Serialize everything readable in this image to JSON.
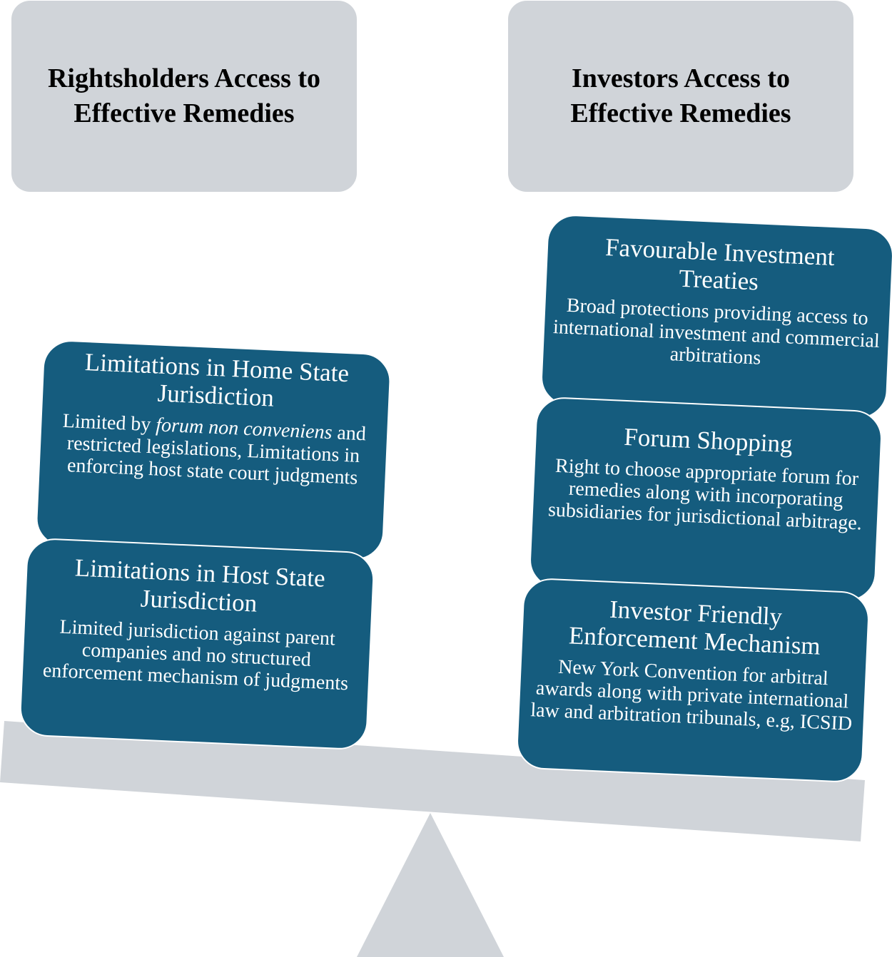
{
  "headers": {
    "left": {
      "line1": "Rightsholders Access to",
      "line2": "Effective Remedies"
    },
    "right": {
      "line1": "Investors Access to",
      "line2": "Effective Remedies"
    }
  },
  "left_cards": {
    "home_state": {
      "title": "Limitations in Home State\nJurisdiction",
      "body_prefix": "Limited by ",
      "body_italic": "forum non conveniens",
      "body_suffix": " and restricted legislations, Limitations in enforcing host state court judgments"
    },
    "host_state": {
      "title": "Limitations in Host State\nJurisdiction",
      "body": "Limited jurisdiction against parent companies and no structured enforcement mechanism of judgments"
    }
  },
  "right_cards": {
    "treaties": {
      "title": "Favourable Investment\nTreaties",
      "body": "Broad protections providing access to international investment and commercial arbitrations"
    },
    "forum_shopping": {
      "title": "Forum Shopping",
      "body": "Right to choose appropriate forum for remedies along with incorporating subsidiaries for jurisdictional arbitrage."
    },
    "enforcement": {
      "title": "Investor Friendly\nEnforcement Mechanism",
      "body": "New York Convention for arbitral awards along with private international law and arbitration tribunals, e.g, ICSID"
    }
  },
  "colors": {
    "header_fill": "#d0d4d9",
    "card_fill": "#155c7e",
    "balance_fill": "#d0d4d9"
  }
}
